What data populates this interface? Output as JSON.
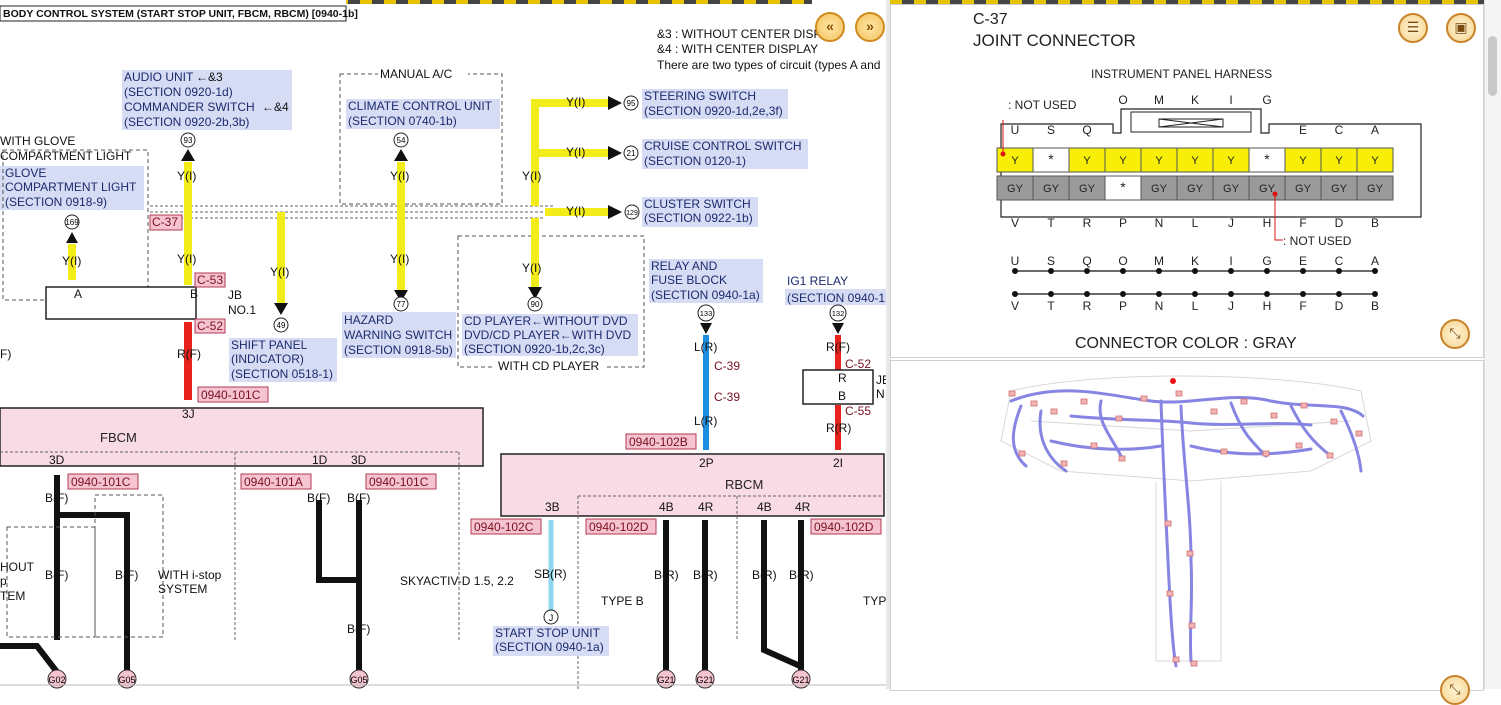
{
  "diagram": {
    "title": "BODY CONTROL SYSTEM (START STOP UNIT, FBCM, RBCM) [0940-1b]",
    "notes": [
      "&3 : WITHOUT CENTER DISPLAY",
      "&4 : WITH CENTER DISPLAY",
      "There are two types of circuit (types A and"
    ],
    "labels": {
      "glove_cond": "WITH GLOVE",
      "glove_cond2": "COMPARTMENT LIGHT",
      "glove_light": "GLOVE",
      "glove_light2": "COMPARTMENT LIGHT",
      "glove_light3": "(SECTION 0918-9)",
      "audio1": "AUDIO UNIT",
      "audio_ref": "←&3",
      "audio2": "(SECTION 0920-1d)",
      "commander": "COMMANDER SWITCH",
      "commander_ref": "←&4",
      "commander2": "(SECTION 0920-2b,3b)",
      "manual_ac": "MANUAL A/C",
      "climate1": "CLIMATE CONTROL UNIT",
      "climate2": "(SECTION 0740-1b)",
      "steering1": "STEERING SWITCH",
      "steering2": "(SECTION 0920-1d,2e,3f)",
      "cruise1": "CRUISE CONTROL SWITCH",
      "cruise2": "(SECTION 0120-1)",
      "cluster1": "CLUSTER SWITCH",
      "cluster2": "(SECTION 0922-1b)",
      "jb1": "JB",
      "jb1b": "NO.1",
      "shift1": "SHIFT PANEL",
      "shift2": "(INDICATOR)",
      "shift3": "(SECTION 0518-1)",
      "hazard1": "HAZARD",
      "hazard2": "WARNING SWITCH",
      "hazard3": "(SECTION 0918-5b)",
      "cd1": "CD PLAYER←WITHOUT DVD",
      "cd2": "DVD/CD PLAYER←WITH DVD",
      "cd3": "(SECTION 0920-1b,2c,3c)",
      "with_cd": "WITH CD PLAYER",
      "relay1": "RELAY AND",
      "relay2": "FUSE BLOCK",
      "relay3": "(SECTION 0940-1a)",
      "ig1": "IG1 RELAY",
      "ig1b": "(SECTION 0940-1",
      "jb2": "JB",
      "jb2b": "N",
      "fbcm": "FBCM",
      "rbcm": "RBCM",
      "without1": "HOUT",
      "without2": "p",
      "without3": "TEM",
      "with_istop": "WITH i-stop",
      "with_istop2": "SYSTEM",
      "skyactiv": "SKYACTIV-D 1.5, 2.2",
      "start_stop1": "START STOP UNIT",
      "start_stop2": "(SECTION 0940-1a)",
      "type_b": "TYPE B",
      "type_c": "TYP",
      "left_f": "F)"
    },
    "wires": {
      "yl": "Y(I)",
      "rf": "R(F)",
      "lr": "L(R)",
      "rr": "R(R)",
      "bf": "B(F)",
      "sbr": "SB(R)",
      "br": "B(R)"
    },
    "connectors": {
      "c37": "C-37",
      "c53": "C-53",
      "c52": "C-52",
      "c39": "C-39",
      "c55": "C-55",
      "r101c": "0940-101C",
      "r101a": "0940-101A",
      "r102b": "0940-102B",
      "r102c": "0940-102C",
      "r102d": "0940-102D"
    },
    "pins": {
      "a": "A",
      "b": "B",
      "r": "R",
      "p3j": "3J",
      "p3d": "3D",
      "p1d": "1D",
      "p2p": "2P",
      "p2i": "2I",
      "p3b": "3B",
      "p4b": "4B",
      "p4r": "4R"
    },
    "grounds": {
      "g02": "G02",
      "g05": "G05",
      "g21": "G21",
      "j": "J"
    },
    "nodes": {
      "n93": "93",
      "n54": "54",
      "n95": "95",
      "n21": "21",
      "n129": "129",
      "n169": "169",
      "n49": "49",
      "n77": "77",
      "n90": "90",
      "n133": "133",
      "n132": "132"
    },
    "colors": {
      "yellow": "#f3ec1b",
      "red": "#e8231e",
      "blue": "#1d8fe0",
      "lightblue": "#8fd6ef",
      "label_bg": "#d6dcf3",
      "connector_bg": "#f6c3d0",
      "module_bg": "#f8dbe4"
    }
  },
  "connector_panel": {
    "code": "C-37",
    "name": "JOINT CONNECTOR",
    "harness": "INSTRUMENT PANEL HARNESS",
    "not_used_top": ": NOT USED",
    "not_used_bottom": ": NOT USED",
    "top_letters": [
      "O",
      "M",
      "K",
      "I",
      "G"
    ],
    "row1_letters": [
      "U",
      "S",
      "Q",
      "E",
      "C",
      "A"
    ],
    "row2_letters": [
      "V",
      "T",
      "R",
      "P",
      "N",
      "L",
      "J",
      "H",
      "F",
      "D",
      "B"
    ],
    "row1_cells": [
      "Y",
      "*",
      "Y",
      "Y",
      "Y",
      "Y",
      "Y",
      "*",
      "Y",
      "Y",
      "Y"
    ],
    "row2_cells": [
      "GY",
      "GY",
      "GY",
      "*",
      "GY",
      "GY",
      "GY",
      "GY",
      "GY",
      "GY",
      "GY"
    ],
    "bus_top": [
      "U",
      "S",
      "Q",
      "O",
      "M",
      "K",
      "I",
      "G",
      "E",
      "C",
      "A"
    ],
    "bus_bottom": [
      "V",
      "T",
      "R",
      "P",
      "N",
      "L",
      "J",
      "H",
      "F",
      "D",
      "B"
    ],
    "color_label": "CONNECTOR COLOR : GRAY",
    "cell_colors": {
      "Y": "#f7ef08",
      "GY": "#9a9a9a",
      "*": "#ffffff"
    }
  },
  "nav": {
    "prev_icon": "double-chevron-left-icon",
    "next_icon": "double-chevron-right-icon",
    "menu_icon": "list-icon",
    "image_icon": "image-icon",
    "expand_icon": "expand-icon"
  }
}
